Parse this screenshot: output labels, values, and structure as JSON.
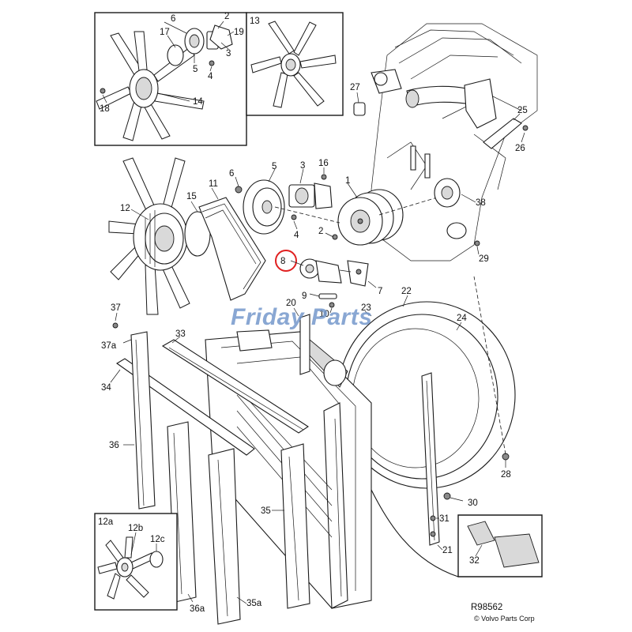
{
  "diagram": {
    "reference_code": "R98562",
    "copyright": "© Volvo Parts Corp",
    "watermark": "Friday Parts",
    "highlight_color": "#e02020",
    "watermark_color": "#6f94c9"
  },
  "insets": {
    "top_left": {
      "labels": [
        "6",
        "17",
        "5",
        "4",
        "18",
        "14",
        "2",
        "19",
        "3"
      ]
    },
    "top_right": {
      "label": "13"
    },
    "bottom_left": {
      "title": "12a",
      "labels": [
        "12b",
        "12c"
      ]
    }
  },
  "callouts": {
    "c1": "1",
    "c2": "2",
    "c3": "3",
    "c4": "4",
    "c5": "5",
    "c6": "6",
    "c7": "7",
    "c8": "8",
    "c9": "9",
    "c10": "10",
    "c11": "11",
    "c12": "12",
    "c15": "15",
    "c16": "16",
    "c20": "20",
    "c21": "21",
    "c22": "22",
    "c23": "23",
    "c24": "24",
    "c25": "25",
    "c26": "26",
    "c27": "27",
    "c28": "28",
    "c29": "29",
    "c30": "30",
    "c31": "31",
    "c32": "32",
    "c33": "33",
    "c34": "34",
    "c35": "35",
    "c35a": "35a",
    "c36": "36",
    "c36a": "36a",
    "c37": "37",
    "c37a": "37a",
    "c38": "38"
  }
}
